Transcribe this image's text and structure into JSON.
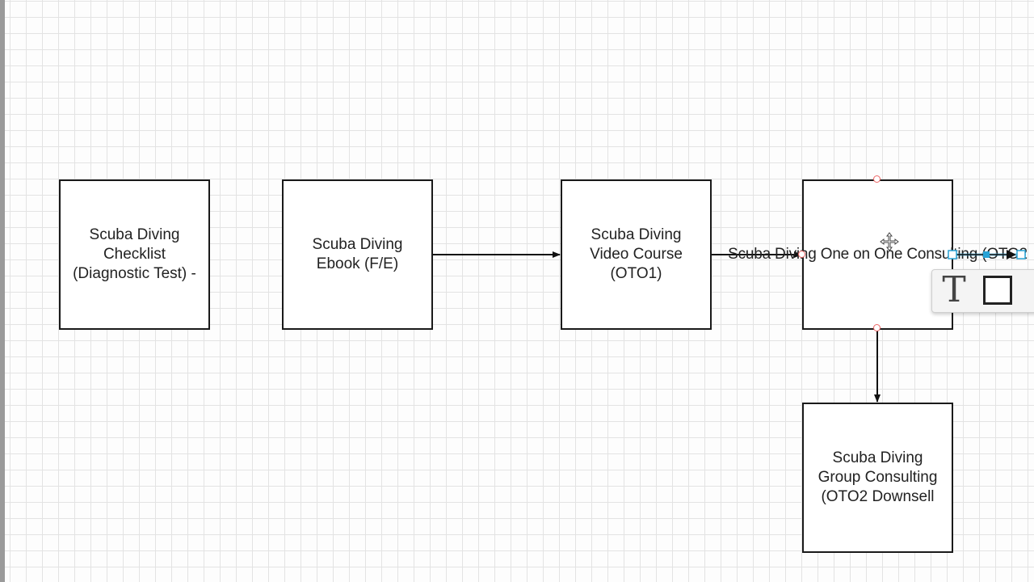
{
  "shapes": [
    {
      "label": "Scuba Diving\nChecklist\n(Diagnostic Test) -"
    },
    {
      "label": "Scuba Diving\nEbook (F/E)"
    },
    {
      "label": "Scuba Diving\nVideo Course\n(OTO1)"
    },
    {
      "label": "Scuba Diving One\non One Consulting\n(OTO2"
    },
    {
      "label": "Scuba Diving\nGroup Consulting\n(OTO2 Downsell"
    }
  ],
  "connectors": [
    {
      "from": "Scuba Diving Ebook (F/E)",
      "to": "Scuba Diving Video Course (OTO1)"
    },
    {
      "from": "Scuba Diving Video Course (OTO1)",
      "to": "Scuba Diving One on One Consulting (OTO2"
    },
    {
      "from": "Scuba Diving One on One Consulting (OTO2",
      "to": "Scuba Diving Group Consulting (OTO2 Downsell"
    }
  ],
  "palette": {
    "text_tool_glyph": "T",
    "text_tool_icon": "text-tool-icon",
    "rectangle_tool_icon": "rectangle-tool-icon"
  },
  "colors": {
    "line": "#111111",
    "selection": "#29a3d6",
    "handle": "#e66666",
    "grid": "#e3e3e3"
  }
}
